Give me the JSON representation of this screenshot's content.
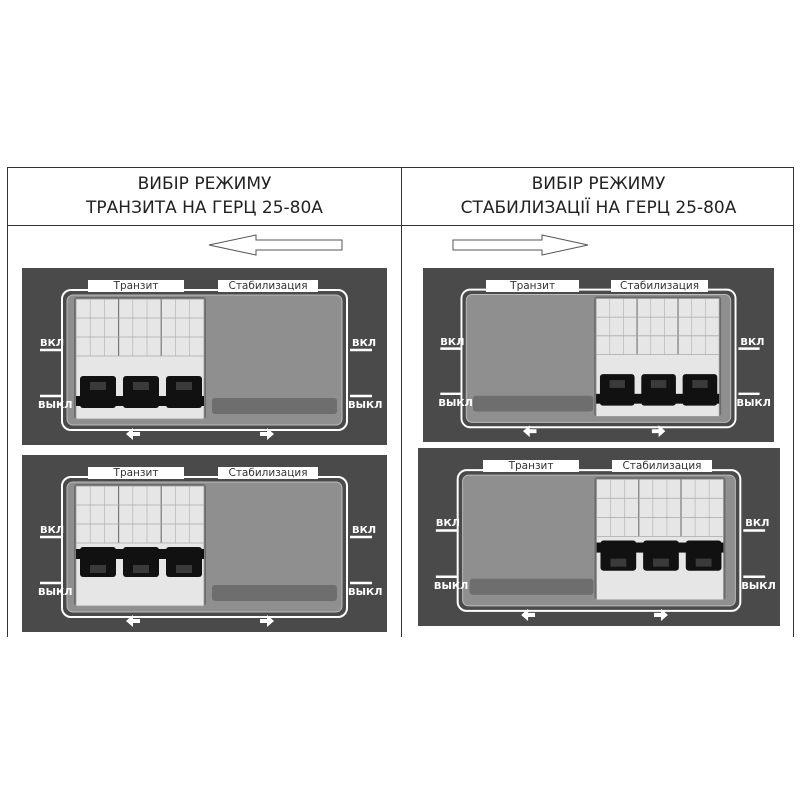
{
  "columns": [
    {
      "title_line1": "ВИБІР РЕЖИМУ",
      "title_line2": "ТРАНЗИТА НА ГЕРЦ 25-80А",
      "arrow": "left"
    },
    {
      "title_line1": "ВИБІР РЕЖИМУ",
      "title_line2": "СТАБИЛИЗАЦІЇ НА ГЕРЦ 25-80А",
      "arrow": "right"
    }
  ],
  "panel_labels": {
    "tab_transit": "Транзит",
    "tab_stab": "Стабилизация",
    "on": "ВКЛ",
    "off": "ВЫКЛ"
  },
  "panels": [
    {
      "id": "transit-top",
      "breaker_side": "left",
      "breaker_state": "off"
    },
    {
      "id": "transit-bottom",
      "breaker_side": "left",
      "breaker_state": "on"
    },
    {
      "id": "stab-top",
      "breaker_side": "right",
      "breaker_state": "off"
    },
    {
      "id": "stab-bottom",
      "breaker_side": "right",
      "breaker_state": "on"
    }
  ],
  "colors": {
    "panel": "#4a4a4a",
    "window": "#8f8f8f",
    "breaker_body": "#e6e6e6",
    "handle": "#111111"
  }
}
